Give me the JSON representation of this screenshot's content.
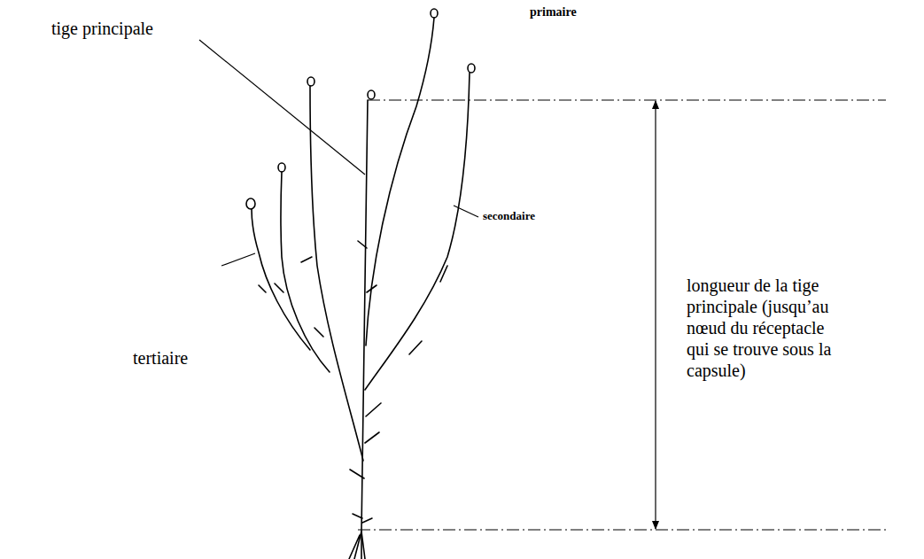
{
  "diagram": {
    "labels": [
      "tige principale",
      "primaire",
      "secondaire",
      "tertiaire",
      "longueur de la tige principale (jusqu’au nœud du réceptacle qui se trouve sous la capsule)"
    ]
  }
}
